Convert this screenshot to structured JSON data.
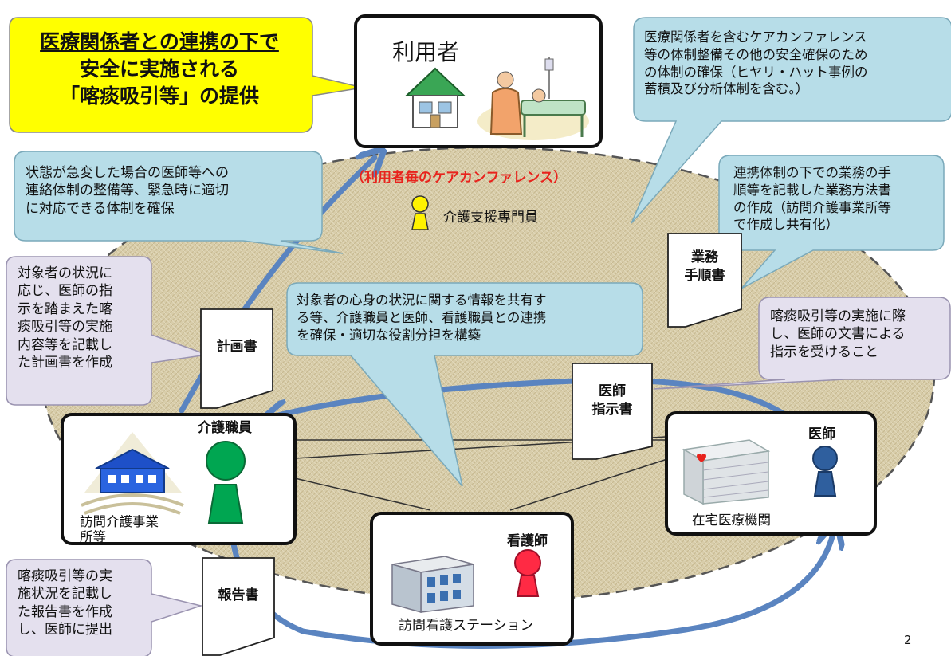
{
  "headline": {
    "line1": "医療関係者との連携の下で",
    "line2": "安全に実施される",
    "line3": "「喀痰吸引等」の提供"
  },
  "user_box": {
    "label": "利用者"
  },
  "conference_label": "（利用者毎のケアカンファレンス）",
  "care_manager_label": "介護支援専門員",
  "callouts": {
    "safety_system": "医療関係者を含むケアカンファレンス\n等の体制整備その他の安全確保のため\nの体制の確保（ヒヤリ・ハット事例の\n蓄積及び分析体制を含む。）",
    "emergency": "状態が急変した場合の医師等への\n連絡体制の整備等、緊急時に適切\nに対応できる体制を確保",
    "procedure": "連携体制の下での業務の手\n順等を記載した業務方法書\nの作成（訪問介護事業所等\nで作成し共有化）",
    "info_sharing": "対象者の心身の状況に関する情報を共有す\nる等、介護職員と医師、看護職員との連携\nを確保・適切な役割分担を構築",
    "plan": "対象者の状況に\n応じ、医師の指\n示を踏まえた喀\n痰吸引等の実施\n内容等を記載し\nた計画書を作成",
    "doctor_instruction": "喀痰吸引等の実施に際\nし、医師の文書による\n指示を受けること",
    "report": "喀痰吸引等の実\n施状況を記載し\nた報告書を作成\nし、医師に提出"
  },
  "documents": {
    "procedure_manual": "業務\n手順書",
    "plan": "計画書",
    "doctor_instruction": "医師\n指示書",
    "report": "報告書"
  },
  "nodes": {
    "care_office": {
      "role": "介護職員",
      "name": "訪問介護事業\n所等"
    },
    "clinic": {
      "role": "医師",
      "name": "在宅医療機関"
    },
    "nursing_station": {
      "role": "看護師",
      "name": "訪問看護ステーション"
    }
  },
  "page_number": "2",
  "colors": {
    "headline_fill": "#ffff00",
    "callout_blue": "#b7dde8",
    "callout_lavender": "#e4e0ee",
    "oval_fill": "#d9cfb0",
    "arrow_blue": "#5a84c0",
    "conference_red": "#e8231d",
    "care_worker_green": "#00a651",
    "nurse_red": "#ff2a44",
    "doctor_blue": "#2f5f9e",
    "care_manager_yellow": "#fff200"
  }
}
